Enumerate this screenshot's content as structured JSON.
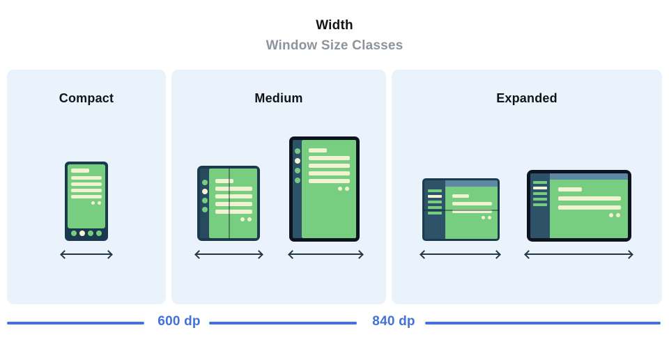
{
  "header": {
    "title": "Width",
    "subtitle": "Window Size Classes"
  },
  "panels": [
    {
      "id": "compact",
      "label": "Compact",
      "devices": [
        "phone-portrait"
      ]
    },
    {
      "id": "medium",
      "label": "Medium",
      "devices": [
        "foldable-open-portrait",
        "tablet-portrait"
      ]
    },
    {
      "id": "expanded",
      "label": "Expanded",
      "devices": [
        "foldable-open-landscape",
        "tablet-landscape"
      ]
    }
  ],
  "ruler": {
    "breakpoints": [
      {
        "label": "600 dp"
      },
      {
        "label": "840 dp"
      }
    ]
  },
  "colors": {
    "accent_blue": "#4272D7",
    "panel_bg": "#EAF2FC",
    "screen_green": "#77CE81",
    "cream": "#F1F3D3",
    "frame_navy": "#1C3A4D",
    "sidebar_navy": "#2E5368",
    "device_black": "#0D1420",
    "topbar_blue": "#5E88A3",
    "arrow_dark": "#243645",
    "title_black": "#111417",
    "subtitle_gray": "#8D949B"
  }
}
